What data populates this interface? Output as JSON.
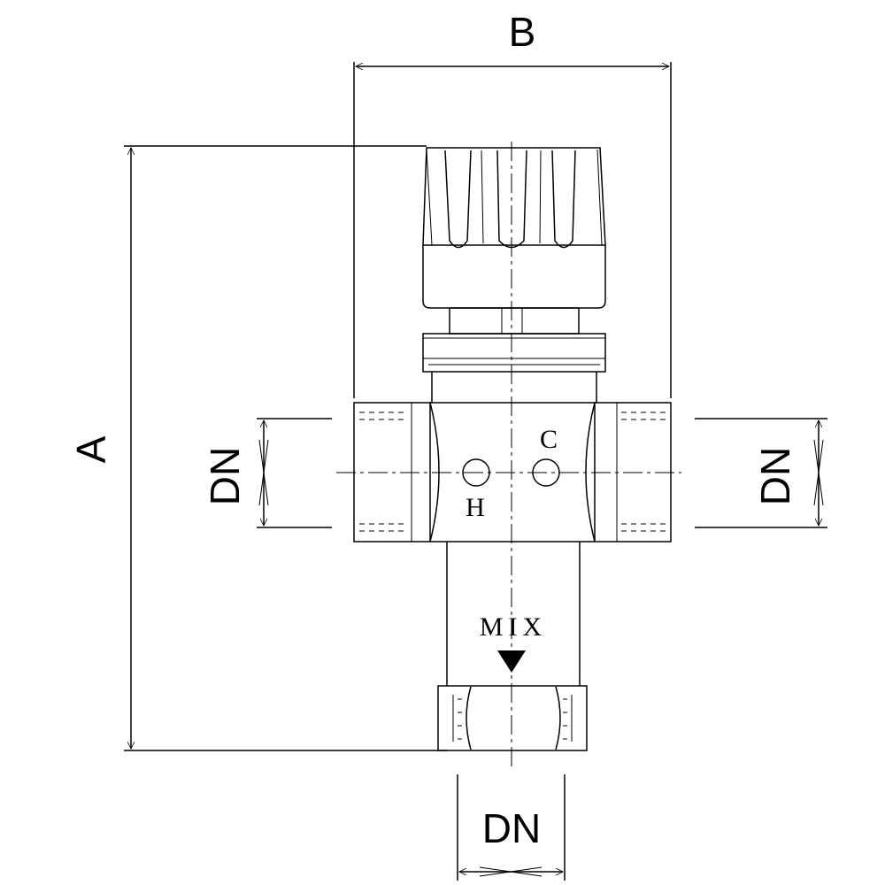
{
  "dimensions": {
    "height_label": "A",
    "width_label": "B",
    "left_port_label": "DN",
    "right_port_label": "DN",
    "bottom_port_label": "DN"
  },
  "ports": {
    "hot_label": "H",
    "cold_label": "C",
    "mixed_outlet_label": "MIX"
  }
}
